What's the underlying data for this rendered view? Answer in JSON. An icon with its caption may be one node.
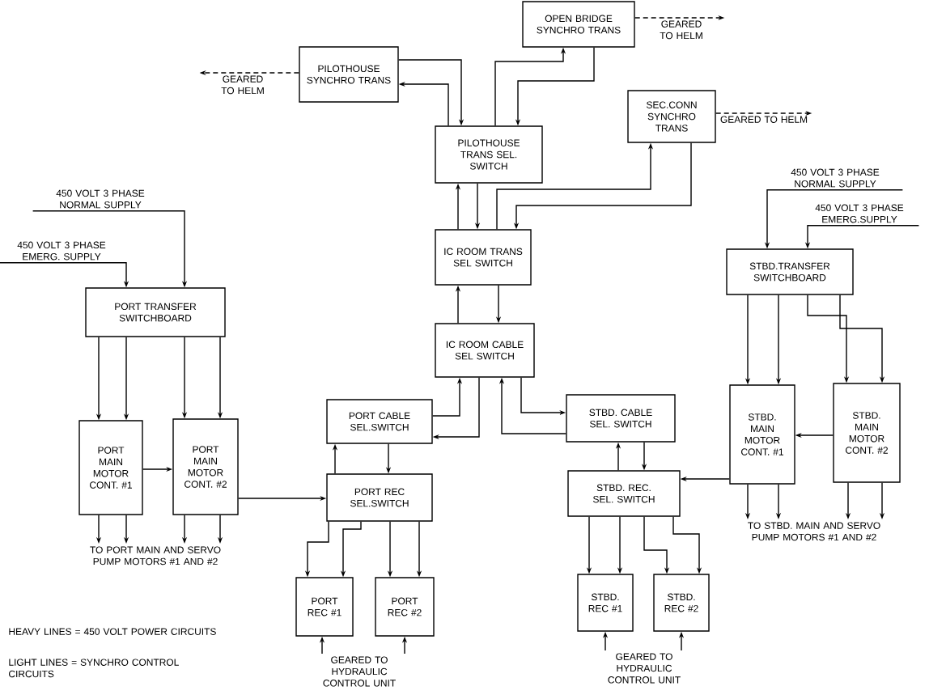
{
  "diagram": {
    "nodes": [
      {
        "text": [
          "OPEN BRIDGE SYNCHRO TRANS"
        ]
      },
      {
        "text": [
          "PILOTHOUSE SYNCHRO TRANS"
        ]
      },
      {
        "text": [
          "SEC.CONN SYNCHRO TRANS"
        ]
      },
      {
        "text": [
          "PILOTHOUSE TRANS SEL. SWITCH"
        ]
      },
      {
        "text": [
          "IC ROOM TRANS SEL SWITCH"
        ]
      },
      {
        "text": [
          "IC ROOM CABLE SEL SWITCH"
        ]
      },
      {
        "text": [
          "PORT TRANSFER SWITCHBOARD"
        ]
      },
      {
        "text": [
          "STBD.TRANSFER SWITCHBOARD"
        ]
      },
      {
        "text": [
          "PORT CABLE SEL.SWITCH"
        ]
      },
      {
        "text": [
          "STBD. CABLE SEL. SWITCH"
        ]
      },
      {
        "text": [
          "PORT MAIN MOTOR CONT. #1"
        ]
      },
      {
        "text": [
          "PORT MAIN MOTOR CONT. #2"
        ]
      },
      {
        "text": [
          "STBD. MAIN MOTOR CONT. #1"
        ]
      },
      {
        "text": [
          "STBD. MAIN MOTOR CONT. #2"
        ]
      },
      {
        "text": [
          "PORT REC SEL.SWITCH"
        ]
      },
      {
        "text": [
          "STBD. REC. SEL. SWITCH"
        ]
      },
      {
        "text": [
          "PORT REC #1"
        ]
      },
      {
        "text": [
          "PORT REC #2"
        ]
      },
      {
        "text": [
          "STBD. REC #1"
        ]
      },
      {
        "text": [
          "STBD. REC #2"
        ]
      },
      {
        "text": [
          "GEARED TO HELM"
        ]
      },
      {
        "text": [
          "GEARED TO HELM"
        ]
      },
      {
        "text": [
          "GEARED TO HELM"
        ]
      },
      {
        "text": [
          "450 VOLT 3 PHASE NORMAL SUPPLY"
        ]
      },
      {
        "text": [
          "450 VOLT 3 PHASE EMERG. SUPPLY"
        ]
      },
      {
        "text": [
          "450 VOLT 3 PHASE NORMAL SUPPLY"
        ]
      },
      {
        "text": [
          "450 VOLT 3 PHASE EMERG.SUPPLY"
        ]
      },
      {
        "text": [
          "TO PORT MAIN AND SERVO PUMP MOTORS #1 AND #2"
        ]
      },
      {
        "text": [
          "TO STBD. MAIN AND SERVO PUMP MOTORS #1 AND #2"
        ]
      },
      {
        "text": [
          "GEARED TO HYDRAULIC CONTROL UNIT"
        ]
      },
      {
        "text": [
          "GEARED TO HYDRAULIC CONTROL UNIT"
        ]
      }
    ],
    "edges": [
      {
        "from": 1,
        "to": 20,
        "arrow": "to",
        "style": "dashed"
      },
      {
        "from": 0,
        "to": 21,
        "arrow": "to",
        "style": "dashed"
      },
      {
        "from": 2,
        "to": 22,
        "arrow": "to",
        "style": "dashed"
      },
      {
        "from": 3,
        "to": 1,
        "arrow": "to"
      },
      {
        "from": 1,
        "to": 3,
        "arrow": "to"
      },
      {
        "from": 3,
        "to": 0,
        "arrow": "to"
      },
      {
        "from": 0,
        "to": 3,
        "arrow": "to"
      },
      {
        "from": 4,
        "to": 3,
        "arrow": "to"
      },
      {
        "from": 3,
        "to": 4,
        "arrow": "to"
      },
      {
        "from": 4,
        "to": 2,
        "arrow": "to"
      },
      {
        "from": 2,
        "to": 4,
        "arrow": "to"
      },
      {
        "from": 5,
        "to": 4,
        "arrow": "to"
      },
      {
        "from": 4,
        "to": 5,
        "arrow": "to"
      },
      {
        "from": 8,
        "to": 5,
        "arrow": "to"
      },
      {
        "from": 5,
        "to": 8,
        "arrow": "to"
      },
      {
        "from": 9,
        "to": 5,
        "arrow": "to"
      },
      {
        "from": 5,
        "to": 9,
        "arrow": "to"
      },
      {
        "from": 14,
        "to": 8,
        "arrow": "to"
      },
      {
        "from": 8,
        "to": 14,
        "arrow": "to"
      },
      {
        "from": 15,
        "to": 9,
        "arrow": "to"
      },
      {
        "from": 9,
        "to": 15,
        "arrow": "to"
      },
      {
        "from": 10,
        "to": 11,
        "arrow": "to"
      },
      {
        "from": 11,
        "to": 14,
        "arrow": "to"
      },
      {
        "from": 13,
        "to": 12,
        "arrow": "to"
      },
      {
        "from": 12,
        "to": 15,
        "arrow": "to"
      },
      {
        "from": 6,
        "to": 10,
        "arrow": "to"
      },
      {
        "from": 6,
        "to": 10,
        "arrow": "to"
      },
      {
        "from": 6,
        "to": 11,
        "arrow": "to"
      },
      {
        "from": 6,
        "to": 11,
        "arrow": "to"
      },
      {
        "from": 23,
        "to": 6,
        "arrow": "to"
      },
      {
        "from": 24,
        "to": 6,
        "arrow": "to"
      },
      {
        "from": 25,
        "to": 7,
        "arrow": "to"
      },
      {
        "from": 26,
        "to": 7,
        "arrow": "to"
      },
      {
        "from": 7,
        "to": 12,
        "arrow": "to"
      },
      {
        "from": 7,
        "to": 12,
        "arrow": "to"
      },
      {
        "from": 7,
        "to": 13,
        "arrow": "to"
      },
      {
        "from": 7,
        "to": 13,
        "arrow": "to"
      },
      {
        "from": 10,
        "to": 27,
        "arrow": "to"
      },
      {
        "from": 10,
        "to": 27,
        "arrow": "to"
      },
      {
        "from": 11,
        "to": 27,
        "arrow": "to"
      },
      {
        "from": 11,
        "to": 27,
        "arrow": "to"
      },
      {
        "from": 12,
        "to": 28,
        "arrow": "to"
      },
      {
        "from": 12,
        "to": 28,
        "arrow": "to"
      },
      {
        "from": 13,
        "to": 28,
        "arrow": "to"
      },
      {
        "from": 13,
        "to": 28,
        "arrow": "to"
      },
      {
        "from": 14,
        "to": 16,
        "arrow": "to"
      },
      {
        "from": 14,
        "to": 16,
        "arrow": "to"
      },
      {
        "from": 14,
        "to": 17,
        "arrow": "to"
      },
      {
        "from": 14,
        "to": 17,
        "arrow": "to"
      },
      {
        "from": 15,
        "to": 18,
        "arrow": "to"
      },
      {
        "from": 15,
        "to": 18,
        "arrow": "to"
      },
      {
        "from": 15,
        "to": 19,
        "arrow": "to"
      },
      {
        "from": 15,
        "to": 19,
        "arrow": "to"
      },
      {
        "from": 29,
        "to": 16,
        "arrow": "to"
      },
      {
        "from": 29,
        "to": 17,
        "arrow": "to"
      },
      {
        "from": 30,
        "to": 18,
        "arrow": "to"
      },
      {
        "from": 30,
        "to": 19,
        "arrow": "to"
      }
    ],
    "labels": [
      "HEAVY LINES = 450 VOLT POWER CIRCUITS",
      "LIGHT LINES = SYNCHRO CONTROL CIRCUITS"
    ]
  }
}
